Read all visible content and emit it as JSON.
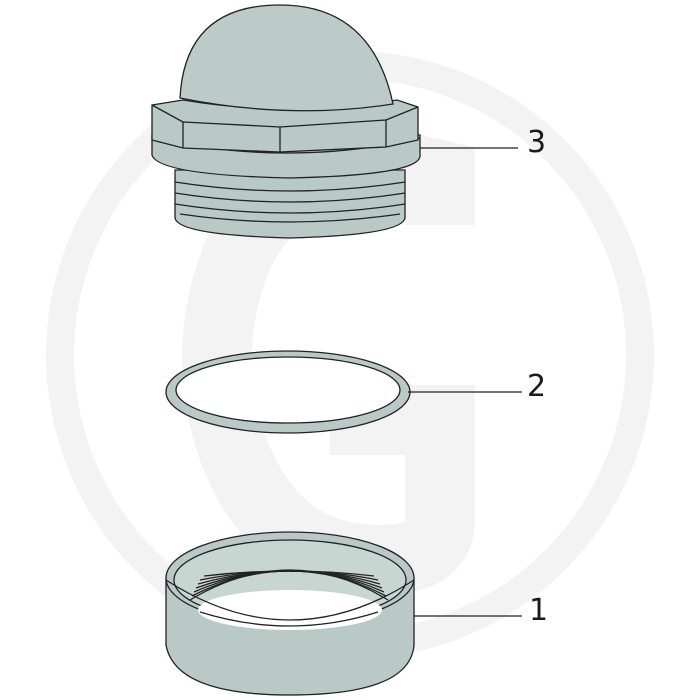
{
  "diagram": {
    "type": "exploded-parts-view",
    "background": "#ffffff",
    "watermark": {
      "shape": "circle-with-G",
      "color": "#f3f3f3"
    },
    "part_fill": "#b9c9c5",
    "part_fill_light": "#c8d6d2",
    "outline_color": "#222222",
    "parts": [
      {
        "id": "part-3",
        "label": "3",
        "description": "domed hex sight-glass plug with external thread"
      },
      {
        "id": "part-2",
        "label": "2",
        "description": "sealing ring / gasket"
      },
      {
        "id": "part-1",
        "label": "1",
        "description": "threaded weld-in ring / socket"
      }
    ]
  }
}
